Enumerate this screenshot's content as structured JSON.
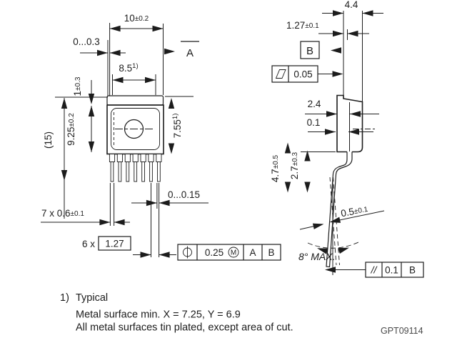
{
  "drawing": {
    "front": {
      "tab_width": {
        "value": "10",
        "tol": "±0.2"
      },
      "edge_offset": "0...0.3",
      "metal_width": {
        "value": "8.5",
        "note": "1)"
      },
      "datum_a": "A",
      "tab_step": {
        "value": "1",
        "tol": "±0.3"
      },
      "body_height": {
        "value": "9.25",
        "tol": "±0.2"
      },
      "overall_height": "(15)",
      "metal_height": {
        "value": "7.55",
        "note": "1)"
      },
      "lead_tip_offset": "0...0.15",
      "lead_width": {
        "count": "7 x 0.6",
        "tol": "±0.1"
      },
      "lead_pitch": {
        "count": "6 x",
        "value": "1.27"
      },
      "position_tol": {
        "value": "0.25",
        "modifier": "M",
        "datum1": "A",
        "datum2": "B"
      }
    },
    "side": {
      "overall_thickness": "4.4",
      "tab_thickness": {
        "value": "1.27",
        "tol": "±0.1"
      },
      "datum_b": "B",
      "flatness_tol": "0.05",
      "body_step": "2.4",
      "surface_offset": "0.1",
      "lead_height_outer": {
        "value": "4.7",
        "tol": "±0.5"
      },
      "lead_height_inner": {
        "value": "2.7",
        "tol": "±0.3"
      },
      "lead_thickness": {
        "value": "0.5",
        "tol": "±0.1"
      },
      "lead_angle": "8° MAX.",
      "parallelism": {
        "symbol": "//",
        "value": "0.1",
        "datum": "B"
      }
    },
    "notes": {
      "marker": "1)",
      "title": "Typical",
      "line2": "Metal surface min. X = 7.25, Y = 6.9",
      "line3": "All metal surfaces tin plated, except area of cut."
    },
    "doc_number": "GPT09114"
  }
}
